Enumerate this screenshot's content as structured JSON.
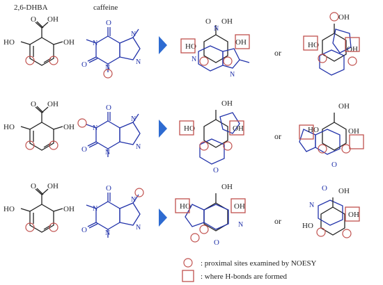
{
  "headers": {
    "acid": "2,6-DHBA",
    "base": "caffeine"
  },
  "atoms": {
    "cooh": "OH",
    "ho": "HO",
    "oh": "OH",
    "o": "O",
    "n": "N",
    "or": "or"
  },
  "legend": {
    "circle_text": ": proximal sites examined by NOESY",
    "square_text": ": where H-bonds are formed"
  },
  "colors": {
    "acid": "#222222",
    "caffeine": "#2233aa",
    "marker": "#c0504d",
    "arrow": "#2e6bd1"
  }
}
